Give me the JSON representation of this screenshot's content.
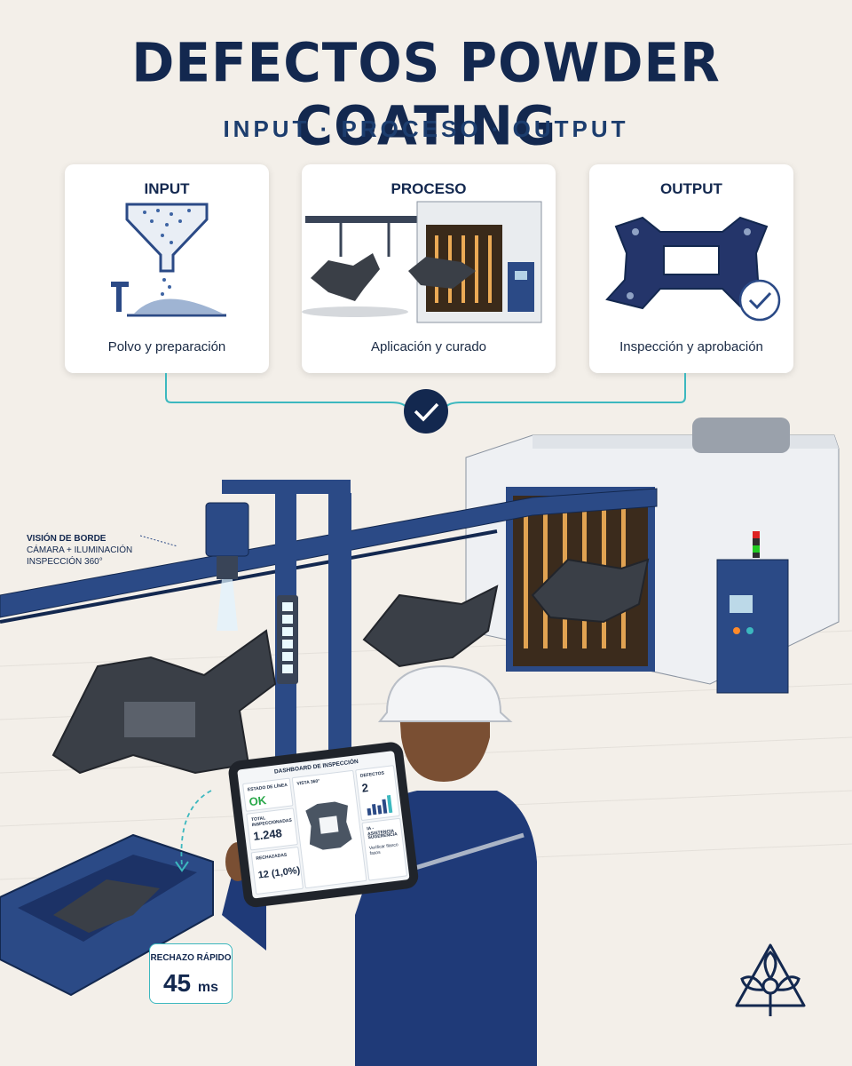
{
  "header": {
    "title": "DEFECTOS POWDER COATING",
    "subtitle": "INPUT · PROCESO · OUTPUT"
  },
  "cards": [
    {
      "title": "INPUT",
      "caption": "Polvo y preparación"
    },
    {
      "title": "PROCESO",
      "caption": "Aplicación y curado"
    },
    {
      "title": "OUTPUT",
      "caption": "Inspección y aprobación"
    }
  ],
  "annotation": {
    "line1": "VISIÓN DE BORDE",
    "line2": "CÁMARA + ILUMINACIÓN",
    "line3": "INSPECCIÓN 360°"
  },
  "dashboard": {
    "title": "DASHBOARD DE INSPECCIÓN",
    "estado_label": "ESTADO DE LÍNEA",
    "estado_value": "OK",
    "vista_label": "VISTA 360°",
    "defectos_label": "DEFECTOS",
    "defectos_value": "2",
    "total_label": "TOTAL INSPECCIONADAS",
    "total_value": "1.248",
    "rechazadas_label": "RECHAZADAS",
    "rechazadas_value": "12 (1,0%)",
    "ia_label": "IA - ASISTENCIA",
    "sugerencia_label": "SUGERENCIA",
    "sugerencia_text": "Verificar flanco fasos"
  },
  "rechazo": {
    "label": "RECHAZO RÁPIDO",
    "value": "45",
    "unit": "ms"
  },
  "colors": {
    "navy": "#13284f",
    "steel_blue": "#2b4a86",
    "teal": "#3cb8bf",
    "ok_green": "#2aa84a",
    "background": "#f3efe9"
  },
  "icons": [
    "checkmark-icon",
    "logo-icon",
    "hopper-icon",
    "oven-icon",
    "part-icon"
  ]
}
